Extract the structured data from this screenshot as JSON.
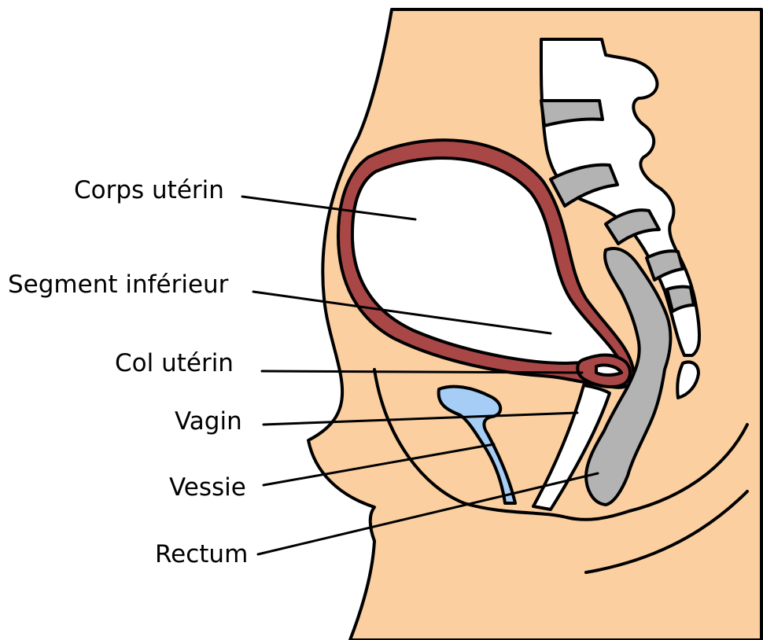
{
  "labels": {
    "corps_uterin": "Corps utérin",
    "segment_inferieur": "Segment inférieur",
    "col_uterin": "Col utérin",
    "vagin": "Vagin",
    "vessie": "Vessie",
    "rectum": "Rectum"
  },
  "colors": {
    "skin": "#fbcfa0",
    "uterus_wall": "#a94747",
    "uterine_cavity": "#ffffff",
    "bladder": "#a6cdf5",
    "rectum": "#b3b3b3",
    "vertebra_disc": "#b3b3b3",
    "outline": "#000000"
  }
}
